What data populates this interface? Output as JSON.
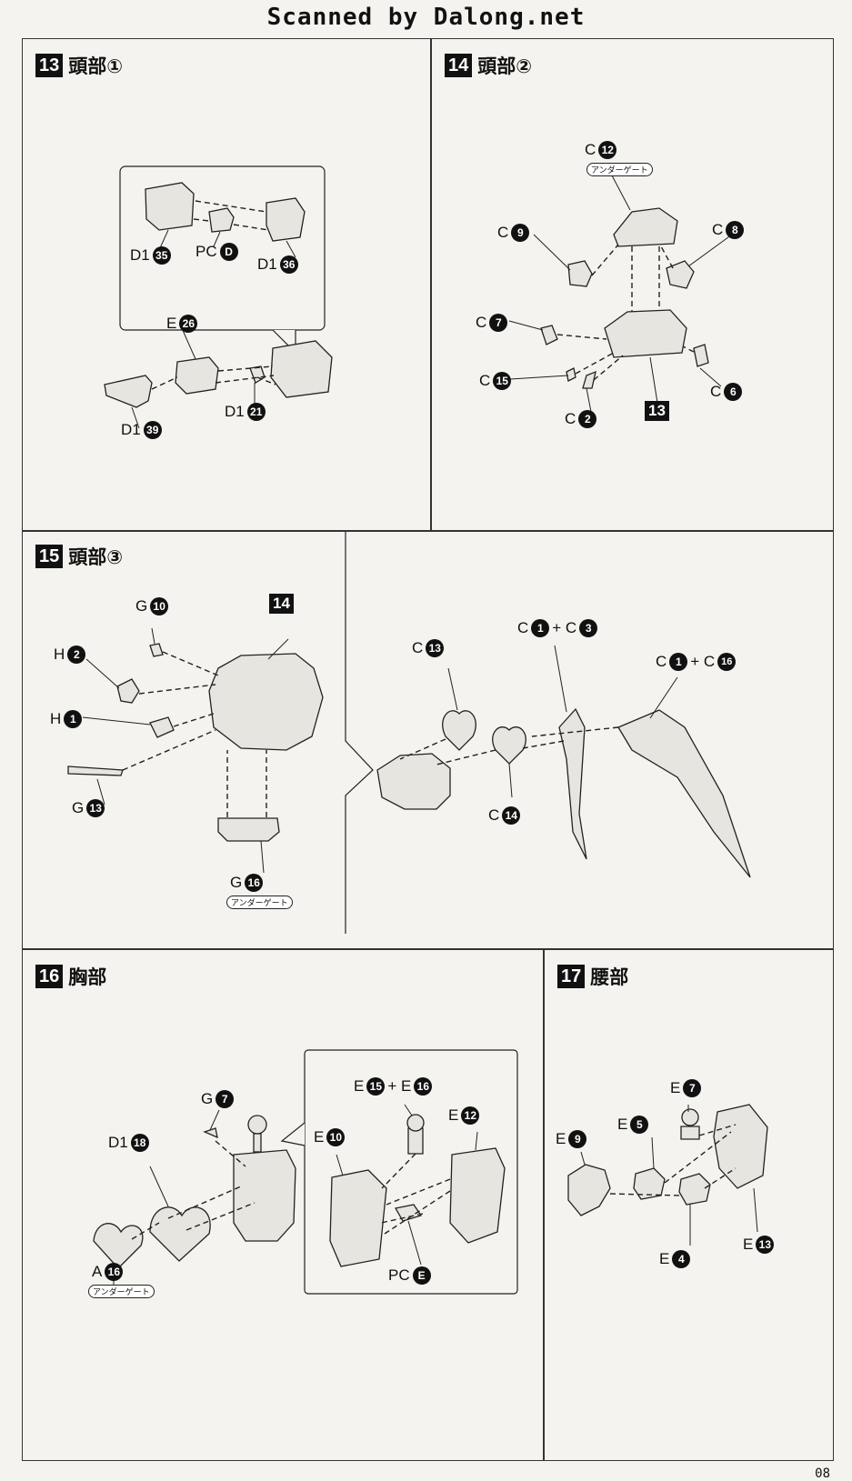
{
  "header": {
    "scan_credit": "Scanned by Dalong.net"
  },
  "page_number": "08",
  "steps": [
    {
      "num": "13",
      "title": "頭部①",
      "parts": {
        "d1_35": "D1",
        "d1_35_n": "35",
        "pc_d": "PC",
        "pc_d_n": "D",
        "d1_36": "D1",
        "d1_36_n": "36",
        "e_26": "E",
        "e_26_n": "26",
        "d1_21": "D1",
        "d1_21_n": "21",
        "d1_39": "D1",
        "d1_39_n": "39"
      }
    },
    {
      "num": "14",
      "title": "頭部②",
      "parts": {
        "c12": "C",
        "c12_n": "12",
        "gate": "アンダーゲート",
        "c9": "C",
        "c9_n": "9",
        "c8": "C",
        "c8_n": "8",
        "c7": "C",
        "c7_n": "7",
        "c15": "C",
        "c15_n": "15",
        "c6": "C",
        "c6_n": "6",
        "c2": "C",
        "c2_n": "2",
        "ref": "13"
      }
    },
    {
      "num": "15",
      "title": "頭部③",
      "parts": {
        "g10": "G",
        "g10_n": "10",
        "ref14": "14",
        "h2": "H",
        "h2_n": "2",
        "h1": "H",
        "h1_n": "1",
        "g13": "G",
        "g13_n": "13",
        "g16": "G",
        "g16_n": "16",
        "gate": "アンダーゲート",
        "c13": "C",
        "c13_n": "13",
        "c1c3_a": "C",
        "c1c3_an": "1",
        "c1c3_plus": "+ C",
        "c1c3_bn": "3",
        "c1c16_a": "C",
        "c1c16_an": "1",
        "c1c16_plus": "+ C",
        "c1c16_bn": "16",
        "c14": "C",
        "c14_n": "14"
      }
    },
    {
      "num": "16",
      "title": "胸部",
      "parts": {
        "g7": "G",
        "g7_n": "7",
        "d1_18": "D1",
        "d1_18_n": "18",
        "a16": "A",
        "a16_n": "16",
        "gate": "アンダーゲート",
        "e15e16_a": "E",
        "e15e16_an": "15",
        "e15e16_plus": "+ E",
        "e15e16_bn": "16",
        "e12": "E",
        "e12_n": "12",
        "e10": "E",
        "e10_n": "10",
        "pc_e": "PC",
        "pc_e_n": "E"
      }
    },
    {
      "num": "17",
      "title": "腰部",
      "parts": {
        "e7": "E",
        "e7_n": "7",
        "e5": "E",
        "e5_n": "5",
        "e9": "E",
        "e9_n": "9",
        "e4": "E",
        "e4_n": "4",
        "e13": "E",
        "e13_n": "13"
      }
    }
  ]
}
